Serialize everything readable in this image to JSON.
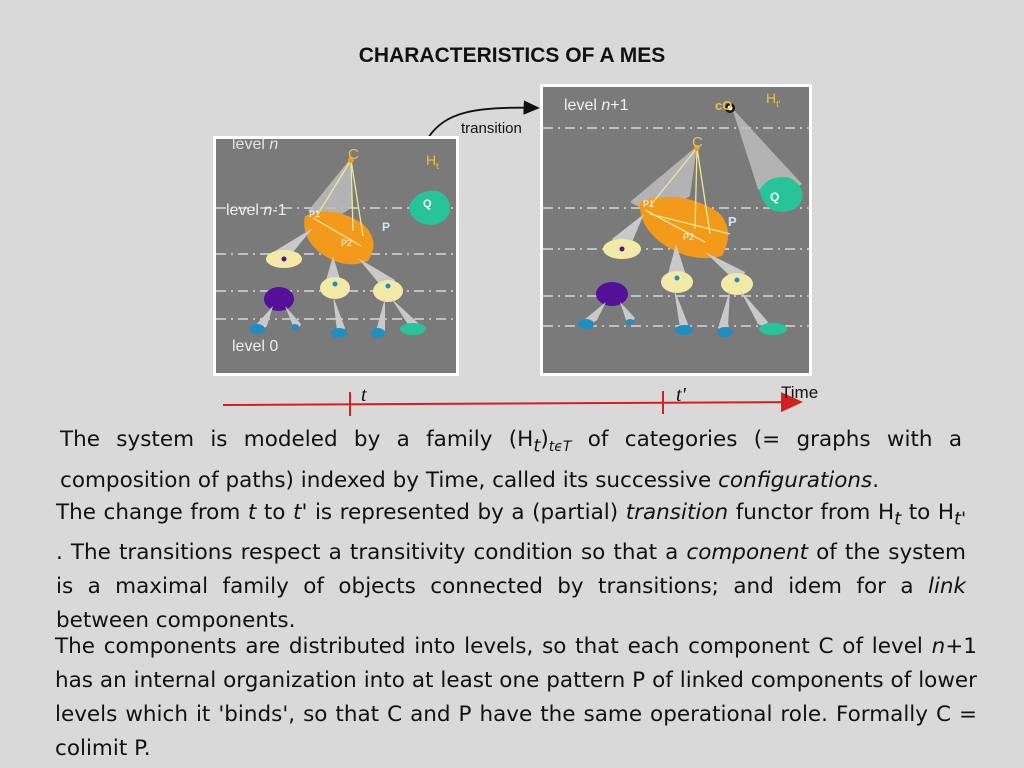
{
  "title": "CHARACTERISTICS  OF  A  MES",
  "left_panel": {
    "level_n_prefix": "level ",
    "level_n_var": "n",
    "level_n1_prefix": "level ",
    "level_n1_var": "n",
    "level_n1_suffix": "-1",
    "level_0": "level  0",
    "label_c": "C",
    "label_p": "P",
    "label_ht": "H",
    "label_ht_sub": "t",
    "label_q": "Q",
    "label_p1": "P1",
    "label_p2": "P2"
  },
  "right_panel": {
    "level_prefix": "level  ",
    "level_var": "n",
    "level_suffix": "+1",
    "label_c": "C",
    "label_co": "cO",
    "label_p": "P",
    "label_ht": "H",
    "label_ht_sub": "t'",
    "label_q": "Q",
    "label_p1": "P1",
    "label_p2": "P2"
  },
  "transition_label": "transition",
  "timeline": {
    "label": "Time",
    "tick_t": "t",
    "tick_t_prime": "t'"
  },
  "colors": {
    "panel_gray": "#7a7a7a",
    "timeline_red": "#d42020",
    "orange": "#f39a1a",
    "teal": "#27c49a",
    "purple": "#55109a"
  },
  "paragraphs": {
    "p1": {
      "a": "The system is modeled by a family (H",
      "sub_t": "t",
      "b": ")",
      "sub_teT": "tϵT",
      "c": " of categories (= graphs with a composition of paths) indexed by Time, called its successive ",
      "em": "configurations",
      "d": "."
    },
    "p2": {
      "a": "The change from ",
      "t": "t",
      "b": " to ",
      "tp": "t'",
      "c": " is represented by a (partial) ",
      "em_transition": "transition",
      "d": " functor from H",
      "sub_t": "t",
      "e": " to H",
      "sub_tp": "t'",
      "f": " . The transitions respect a transitivity condition so that a ",
      "em_component": "component",
      "g": " of the system is a maximal family of objects connected by transitions; and idem for a ",
      "em_link": "link",
      "h": " between components."
    },
    "p3": {
      "a": "The components are distributed into levels, so that each component C of level ",
      "n": "n",
      "b": "+1 has an internal organization into at least one pattern P of linked components of lower levels which it 'binds', so that C and P have the same operational role. Formally C = colimit P."
    }
  }
}
